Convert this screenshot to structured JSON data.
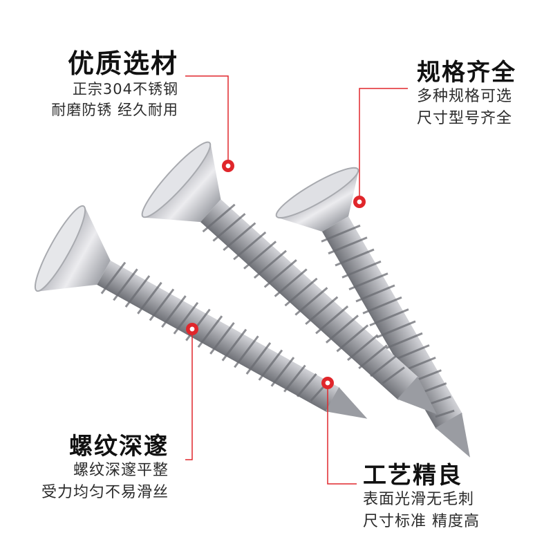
{
  "features": {
    "material": {
      "title": "优质选材",
      "lines": [
        "正宗304不锈钢",
        "耐磨防锈 经久耐用"
      ]
    },
    "spec": {
      "title": "规格齐全",
      "lines": [
        "多种规格可选",
        "尺寸型号齐全"
      ]
    },
    "thread": {
      "title": "螺纹深邃",
      "lines": [
        "螺纹深邃平整",
        "受力均匀不易滑丝"
      ]
    },
    "craft": {
      "title": "工艺精良",
      "lines": [
        "表面光滑无毛刺",
        "尺寸标准 精度高"
      ]
    }
  },
  "colors": {
    "accent": "#e0262b",
    "steel_light": "#ececef",
    "steel_mid": "#c4c5ca",
    "steel_dark": "#7d7f86"
  }
}
